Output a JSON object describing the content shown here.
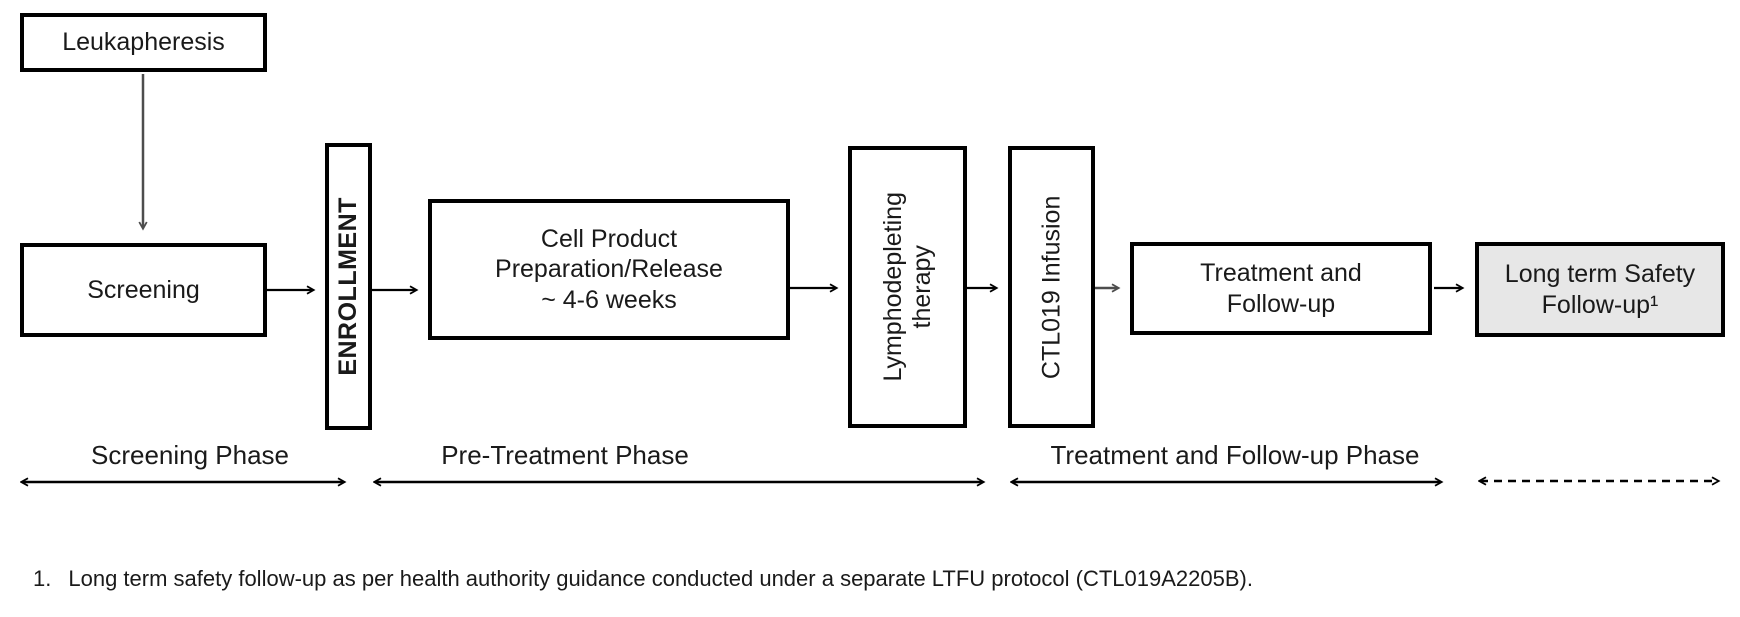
{
  "diagram": {
    "nodes": {
      "leukapheresis": {
        "label": "Leukapheresis"
      },
      "screening": {
        "label": "Screening"
      },
      "enrollment": {
        "label": "ENROLLMENT"
      },
      "cell_product": {
        "label": "Cell Product\nPreparation/Release\n~ 4-6 weeks"
      },
      "lymphodepleting": {
        "label": "Lymphodepleting\ntherapy"
      },
      "ctl019_infusion": {
        "label": "CTL019 Infusion"
      },
      "treatment_followup": {
        "label": "Treatment and\nFollow-up"
      },
      "long_term_safety": {
        "label": "Long term Safety\nFollow-up¹"
      }
    },
    "phases": [
      {
        "label": "Screening Phase",
        "arrow_style": "solid"
      },
      {
        "label": "Pre-Treatment Phase",
        "arrow_style": "solid"
      },
      {
        "label": "Treatment and Follow-up Phase",
        "arrow_style": "solid"
      },
      {
        "label": "",
        "arrow_style": "dashed"
      }
    ],
    "colors": {
      "box_border": "#000000",
      "box_fill": "#ffffff",
      "shaded_box_fill": "#e7e7e7",
      "arrow": "#000000",
      "down_arrow": "#4d4d4d",
      "text": "#1a1a1a"
    }
  },
  "footnote": {
    "number": "1.",
    "text": "Long term safety follow-up as per health authority guidance conducted under a separate LTFU protocol (CTL019A2205B)."
  }
}
